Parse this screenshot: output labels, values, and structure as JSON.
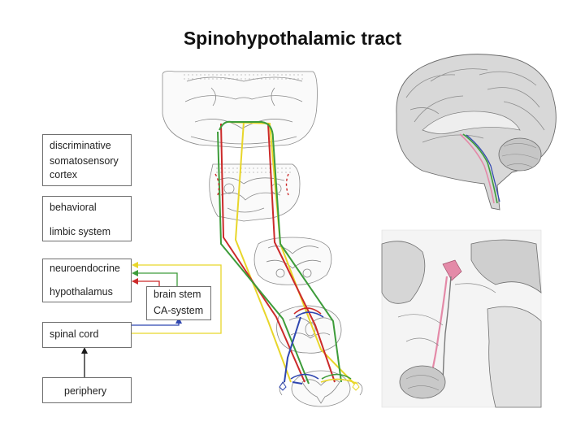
{
  "title": "Spinohypothalamic tract",
  "boxes": {
    "discriminative": {
      "line1": "discriminative",
      "line2": "somatosensory",
      "line3": "cortex"
    },
    "behavioral": {
      "line1": "behavioral",
      "line2": "limbic system"
    },
    "neuroendocrine": {
      "line1": "neuroendocrine",
      "line2": "hypothalamus"
    },
    "brainstem": {
      "line1": "brain stem",
      "line2": "CA-system"
    },
    "spinal": {
      "line1": "spinal cord"
    },
    "periphery": {
      "line1": "periphery"
    }
  },
  "colors": {
    "yellow": "#e8d62a",
    "green": "#3d9c3a",
    "red": "#cc2a2a",
    "blue": "#2f46b0",
    "arrow_dark": "#1a1a1a",
    "pink_tract": "#e48aa8"
  },
  "panels": {
    "brain_sagittal": "brain-sagittal-section-illustration",
    "hypothalamus": "hypothalamus-pituitary-illustration",
    "cross_sections": "brainstem-spinal-cross-sections"
  }
}
